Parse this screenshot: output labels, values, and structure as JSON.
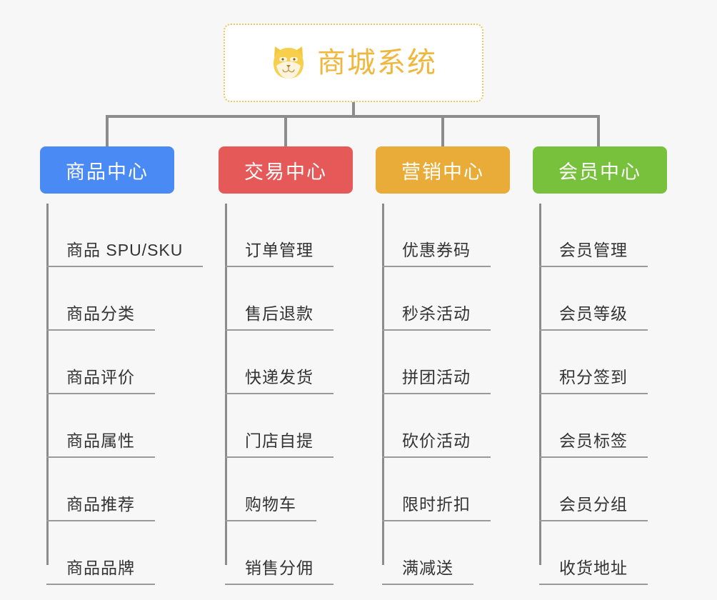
{
  "page": {
    "background_color": "#f7f7f7",
    "connector_color": "#8c8c8c"
  },
  "root": {
    "title": "商城系统",
    "icon": "shiba-dog-icon",
    "border_color": "#f2c45a",
    "text_color": "#f0b73e"
  },
  "columns": [
    {
      "header": "商品中心",
      "color": "#4a8af4",
      "items": [
        "商品 SPU/SKU",
        "商品分类",
        "商品评价",
        "商品属性",
        "商品推荐",
        "商品品牌"
      ]
    },
    {
      "header": "交易中心",
      "color": "#e55a58",
      "items": [
        "订单管理",
        "售后退款",
        "快递发货",
        "门店自提",
        "购物车",
        "销售分佣"
      ]
    },
    {
      "header": "营销中心",
      "color": "#eaac38",
      "items": [
        "优惠券码",
        "秒杀活动",
        "拼团活动",
        "砍价活动",
        "限时折扣",
        "满减送"
      ]
    },
    {
      "header": "会员中心",
      "color": "#77c13c",
      "items": [
        "会员管理",
        "会员等级",
        "积分签到",
        "会员标签",
        "会员分组",
        "收货地址"
      ]
    }
  ]
}
